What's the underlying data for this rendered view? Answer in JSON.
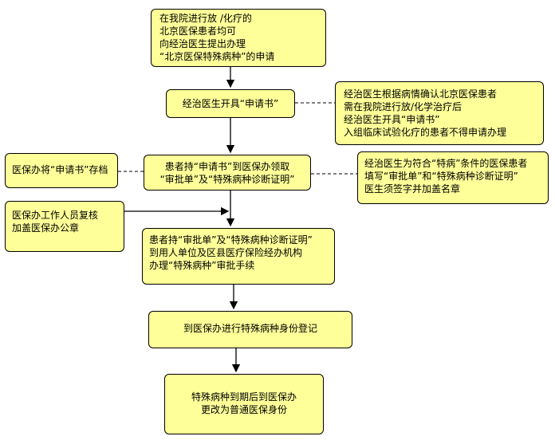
{
  "boxes": {
    "b1": "在我院进行放 /化疗的\n北京医保患者均可\n向经治医生提出办理\n“北京医保特殊病种”的申请",
    "b2": "经治医生开具“申请书”",
    "b3": "患者持“申请书”到医保办领取\n“审批单”及“特殊病种诊断证明”",
    "b4": "患者持“审批单”及“特殊病种诊断证明”\n到用人单位及区县医疗保险经办机构\n办理“特殊病种”审批手续",
    "b5": "到医保办进行特殊病种身份登记",
    "b6": "特殊病种到期后到医保办\n更改为普通医保身份"
  },
  "notes": {
    "n1": "经治医生根据病情确认北京医保患者\n需在我院进行放/化学治疗后\n经治医生开具“申请书”\n入组临床试验化疗的患者不得申请办理",
    "n2": "医保办将“申请书”存档",
    "n3": "经治医生为符合“特病”条件的医保患者\n填写“审批单”和“特殊病种诊断证明”\n医生须签字并加盖名章",
    "n4": "医保办工作人员复核\n加盖医保办公章"
  }
}
